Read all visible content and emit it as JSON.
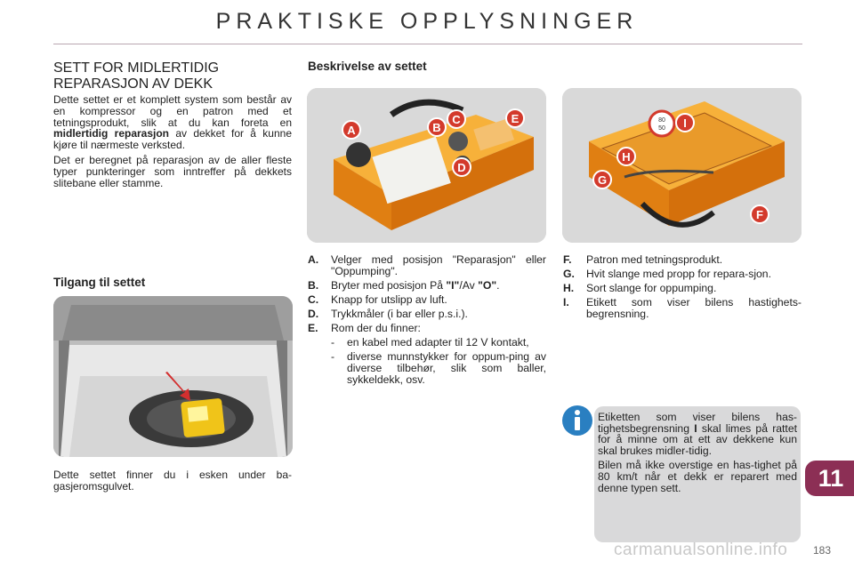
{
  "header": {
    "title": "PRAKTISKE OPPLYSNINGER"
  },
  "left": {
    "heading": "SETT FOR MIDLERTIDIG REPARASJON AV DEKK",
    "intro_1a": "Dette settet er et komplett system som består av en kompressor og en patron med et tetningsprodukt, slik at du kan foreta en ",
    "intro_1b": "midlertidig reparasjon",
    "intro_1c": " av dekket for å kunne kjøre til nærmeste verksted.",
    "intro_2": "Det er beregnet på reparasjon av de aller fleste typer punkteringer som inntreffer på dekkets slitebane eller stamme.",
    "access_heading": "Tilgang til settet",
    "access_text": "Dette settet finner du i esken under ba-gasjeromsgulvet."
  },
  "middle": {
    "heading": "Beskrivelse av settet",
    "items": [
      {
        "key": "A.",
        "text": "Velger med posisjon \"Reparasjon\" eller \"Oppumping\"."
      },
      {
        "key": "B.",
        "pre": "Bryter med posisjon På ",
        "b1": "\"I\"",
        "mid": "/Av ",
        "b2": "\"O\"",
        "post": "."
      },
      {
        "key": "C.",
        "text": "Knapp for utslipp av luft."
      },
      {
        "key": "D.",
        "text": "Trykkmåler (i bar eller p.s.i.)."
      },
      {
        "key": "E.",
        "text": "Rom der du finner:"
      }
    ],
    "subitems": [
      {
        "dash": "-",
        "text": "en kabel med adapter til 12 V kontakt,"
      },
      {
        "dash": "-",
        "text": "diverse munnstykker for oppum-ping av diverse tilbehør, slik som baller, sykkeldekk, osv."
      }
    ],
    "labels": [
      "A",
      "B",
      "C",
      "D",
      "E"
    ]
  },
  "right": {
    "items": [
      {
        "key": "F.",
        "text": "Patron med tetningsprodukt."
      },
      {
        "key": "G.",
        "text": "Hvit slange med propp for repara-sjon."
      },
      {
        "key": "H.",
        "text": "Sort slange for oppumping."
      },
      {
        "key": "I.",
        "text": "Etikett som viser bilens hastighets-begrensning."
      }
    ],
    "labels": [
      "F",
      "G",
      "H",
      "I"
    ],
    "sign_top": "80",
    "sign_bottom": "50"
  },
  "info": {
    "p1_a": "Etiketten som viser bilens has-tighetsbegrensning ",
    "p1_b": "I",
    "p1_c": " skal limes på rattet for å minne om at ett av dekkene kun skal brukes midler-tidig.",
    "p2": "Bilen må ikke overstige en has-tighet på 80 km/t når et dekk er reparert med denne typen sett."
  },
  "chapter_tab": "11",
  "page_number": "183",
  "watermark": "carmanualsonline.info",
  "colors": {
    "accent": "#8c2f55",
    "kit_orange": "#f0961e",
    "callout_red": "#d33a2c",
    "info_blue": "#2a7fc1"
  }
}
